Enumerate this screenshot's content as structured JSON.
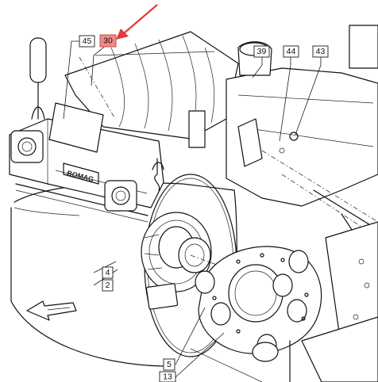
{
  "callouts": [
    {
      "id": "c45",
      "label": "45",
      "highlight": false
    },
    {
      "id": "c30",
      "label": "30",
      "highlight": true
    },
    {
      "id": "c39",
      "label": "39",
      "highlight": false
    },
    {
      "id": "c44",
      "label": "44",
      "highlight": false
    },
    {
      "id": "c43",
      "label": "43",
      "highlight": false
    },
    {
      "id": "c4",
      "label": "4",
      "highlight": false
    },
    {
      "id": "c2",
      "label": "2",
      "highlight": false
    },
    {
      "id": "c5",
      "label": "5",
      "highlight": false
    },
    {
      "id": "c13",
      "label": "13",
      "highlight": false
    }
  ],
  "logo": {
    "text": "BOMAG"
  },
  "colors": {
    "highlight": "#f08b8b",
    "arrow": "#e23b3b",
    "line": "#111111"
  }
}
